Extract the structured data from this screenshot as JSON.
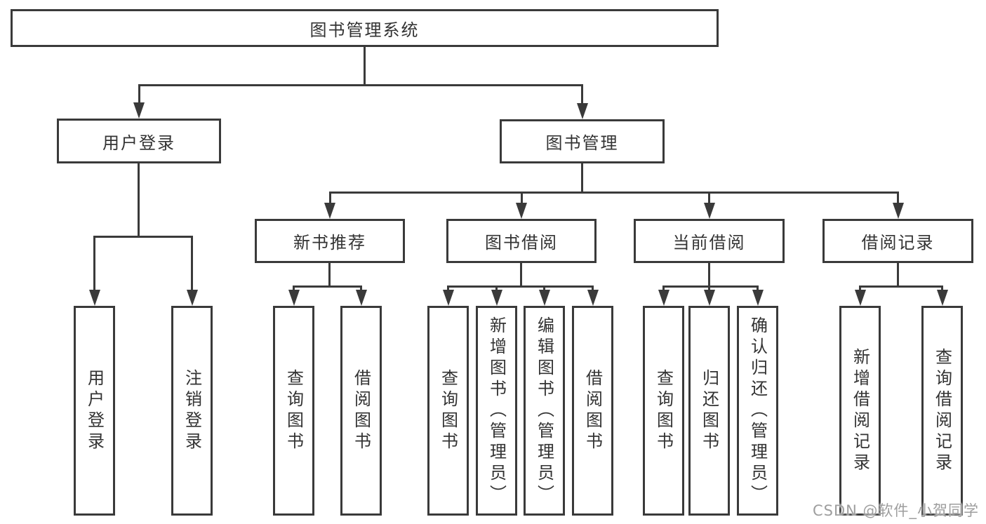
{
  "colors": {
    "line": "#3a3a3a",
    "text": "#333333",
    "watermark_text": "#9e9e9e",
    "background": "#ffffff"
  },
  "tree": {
    "root": {
      "label": "图书管理系统"
    },
    "branches": [
      {
        "label": "用户登录",
        "children": [
          {
            "label": "用户登录"
          },
          {
            "label": "注销登录"
          }
        ]
      },
      {
        "label": "图书管理",
        "sections": [
          {
            "label": "新书推荐",
            "children": [
              {
                "label": "查询图书"
              },
              {
                "label": "借阅图书"
              }
            ]
          },
          {
            "label": "图书借阅",
            "children": [
              {
                "label": "查询图书"
              },
              {
                "label": "新增图书（管理员）"
              },
              {
                "label": "编辑图书（管理员）"
              },
              {
                "label": "借阅图书"
              }
            ]
          },
          {
            "label": "当前借阅",
            "children": [
              {
                "label": "查询图书"
              },
              {
                "label": "归还图书"
              },
              {
                "label": "确认归还（管理员）"
              }
            ]
          },
          {
            "label": "借阅记录",
            "children": [
              {
                "label": "新增借阅记录"
              },
              {
                "label": "查询借阅记录"
              }
            ]
          }
        ]
      }
    ]
  },
  "watermark": {
    "text": "CSDN @软件_小贺同学"
  }
}
